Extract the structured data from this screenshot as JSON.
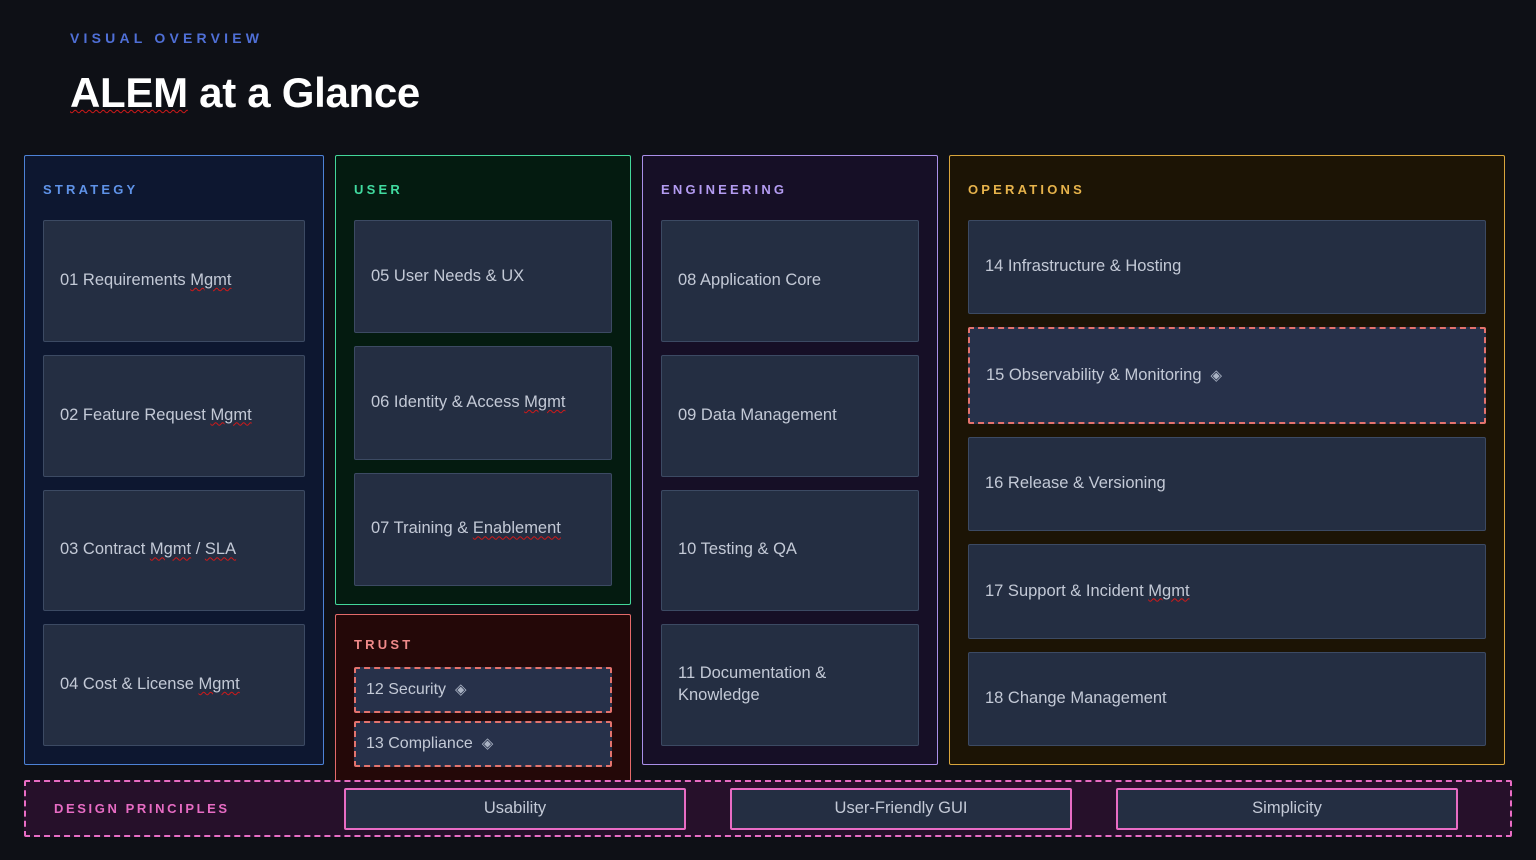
{
  "header": {
    "eyebrow": "VISUAL OVERVIEW",
    "title_misspelled": "ALEM",
    "title_rest": " at a Glance"
  },
  "colors": {
    "strategy": "#4d82d6",
    "user": "#43d79a",
    "trust": "#e46a6a",
    "engineering": "#a98fe8",
    "operations": "#d8a53c",
    "design_principles": "#e86cc4",
    "card_fill": "#242e42",
    "page_background": "#0e1016",
    "flag_marker": "#e4736e"
  },
  "columns": {
    "strategy": {
      "heading": "STRATEGY",
      "items": [
        {
          "label": "01 Requirements Mgmt",
          "flagged": false,
          "marker": ""
        },
        {
          "label": "02 Feature Request Mgmt",
          "flagged": false,
          "marker": ""
        },
        {
          "label": "03 Contract Mgmt / SLA",
          "flagged": false,
          "marker": ""
        },
        {
          "label": "04 Cost & License Mgmt",
          "flagged": false,
          "marker": ""
        }
      ]
    },
    "user": {
      "heading": "USER",
      "items": [
        {
          "label": "05 User Needs & UX",
          "flagged": false,
          "marker": ""
        },
        {
          "label": "06 Identity & Access Mgmt",
          "flagged": false,
          "marker": ""
        },
        {
          "label": "07 Training & Enablement",
          "flagged": false,
          "marker": ""
        }
      ]
    },
    "trust": {
      "heading": "TRUST",
      "items": [
        {
          "label": "12 Security",
          "flagged": true,
          "marker": "◈"
        },
        {
          "label": "13 Compliance",
          "flagged": true,
          "marker": "◈"
        }
      ]
    },
    "engineering": {
      "heading": "ENGINEERING",
      "items": [
        {
          "label": "08 Application Core",
          "flagged": false,
          "marker": ""
        },
        {
          "label": "09 Data Management",
          "flagged": false,
          "marker": ""
        },
        {
          "label": "10 Testing & QA",
          "flagged": false,
          "marker": ""
        },
        {
          "label": "11 Documentation & Knowledge",
          "flagged": false,
          "marker": ""
        }
      ]
    },
    "operations": {
      "heading": "OPERATIONS",
      "items": [
        {
          "label": "14  Infrastructure & Hosting",
          "flagged": false,
          "marker": ""
        },
        {
          "label": "15  Observability & Monitoring",
          "flagged": true,
          "marker": "◈"
        },
        {
          "label": "16  Release & Versioning",
          "flagged": false,
          "marker": ""
        },
        {
          "label": "17  Support & Incident Mgmt",
          "flagged": false,
          "marker": ""
        },
        {
          "label": "18  Change Management",
          "flagged": false,
          "marker": ""
        }
      ]
    }
  },
  "footer": {
    "label": "DESIGN PRINCIPLES",
    "principles": [
      {
        "label": "Usability"
      },
      {
        "label": "User-Friendly GUI"
      },
      {
        "label": "Simplicity"
      }
    ]
  },
  "spellcheck_words": [
    "ALEM",
    "Mgmt",
    "SLA",
    "Enablement"
  ]
}
